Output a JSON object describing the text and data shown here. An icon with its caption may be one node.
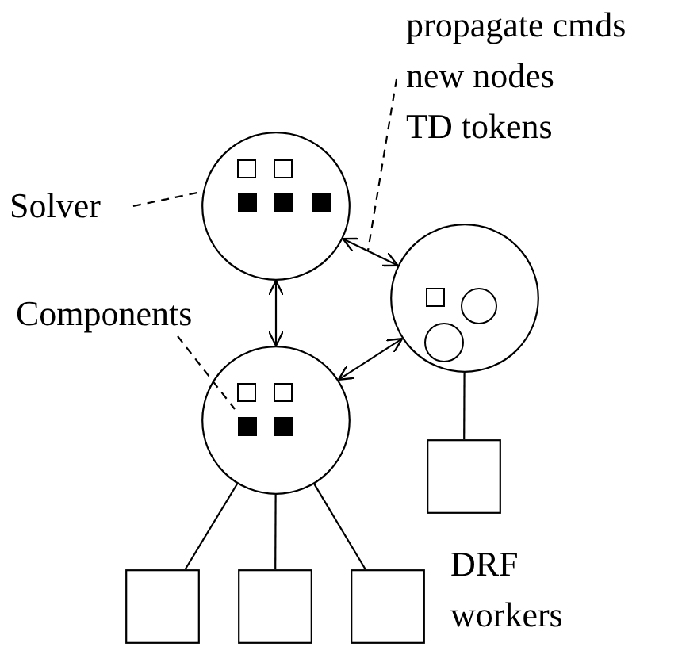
{
  "diagram": {
    "nodes": [
      {
        "text": [
          "propagate cmds",
          "new nodes",
          "TD tokens"
        ]
      },
      {
        "text": [
          "Solver"
        ]
      },
      {
        "text": [],
        "shape": "circle"
      },
      {
        "text": [],
        "shape": "circle"
      },
      {
        "text": [
          "Components"
        ]
      },
      {
        "text": [],
        "shape": "circle"
      },
      {
        "text": [],
        "shape": "box"
      },
      {
        "text": [],
        "shape": "box"
      },
      {
        "text": [],
        "shape": "box"
      },
      {
        "text": [],
        "shape": "box"
      }
    ],
    "edges": [
      {
        "from": 0,
        "to": null,
        "arrow": "none",
        "style": "dashed"
      },
      {
        "from": 1,
        "to": 2,
        "arrow": "none",
        "style": "dashed"
      },
      {
        "from": 4,
        "to": 5,
        "arrow": "none",
        "style": "dashed"
      },
      {
        "from": 2,
        "to": 5,
        "arrow": "both"
      },
      {
        "from": 2,
        "to": 3,
        "arrow": "both"
      },
      {
        "from": 5,
        "to": 3,
        "arrow": "both"
      },
      {
        "from": 3,
        "to": 6,
        "arrow": "none"
      },
      {
        "from": 5,
        "to": 7,
        "arrow": "none"
      },
      {
        "from": 5,
        "to": 8,
        "arrow": "none"
      },
      {
        "from": 5,
        "to": 9,
        "arrow": "none"
      }
    ],
    "labels": [
      "DRF workers"
    ]
  }
}
